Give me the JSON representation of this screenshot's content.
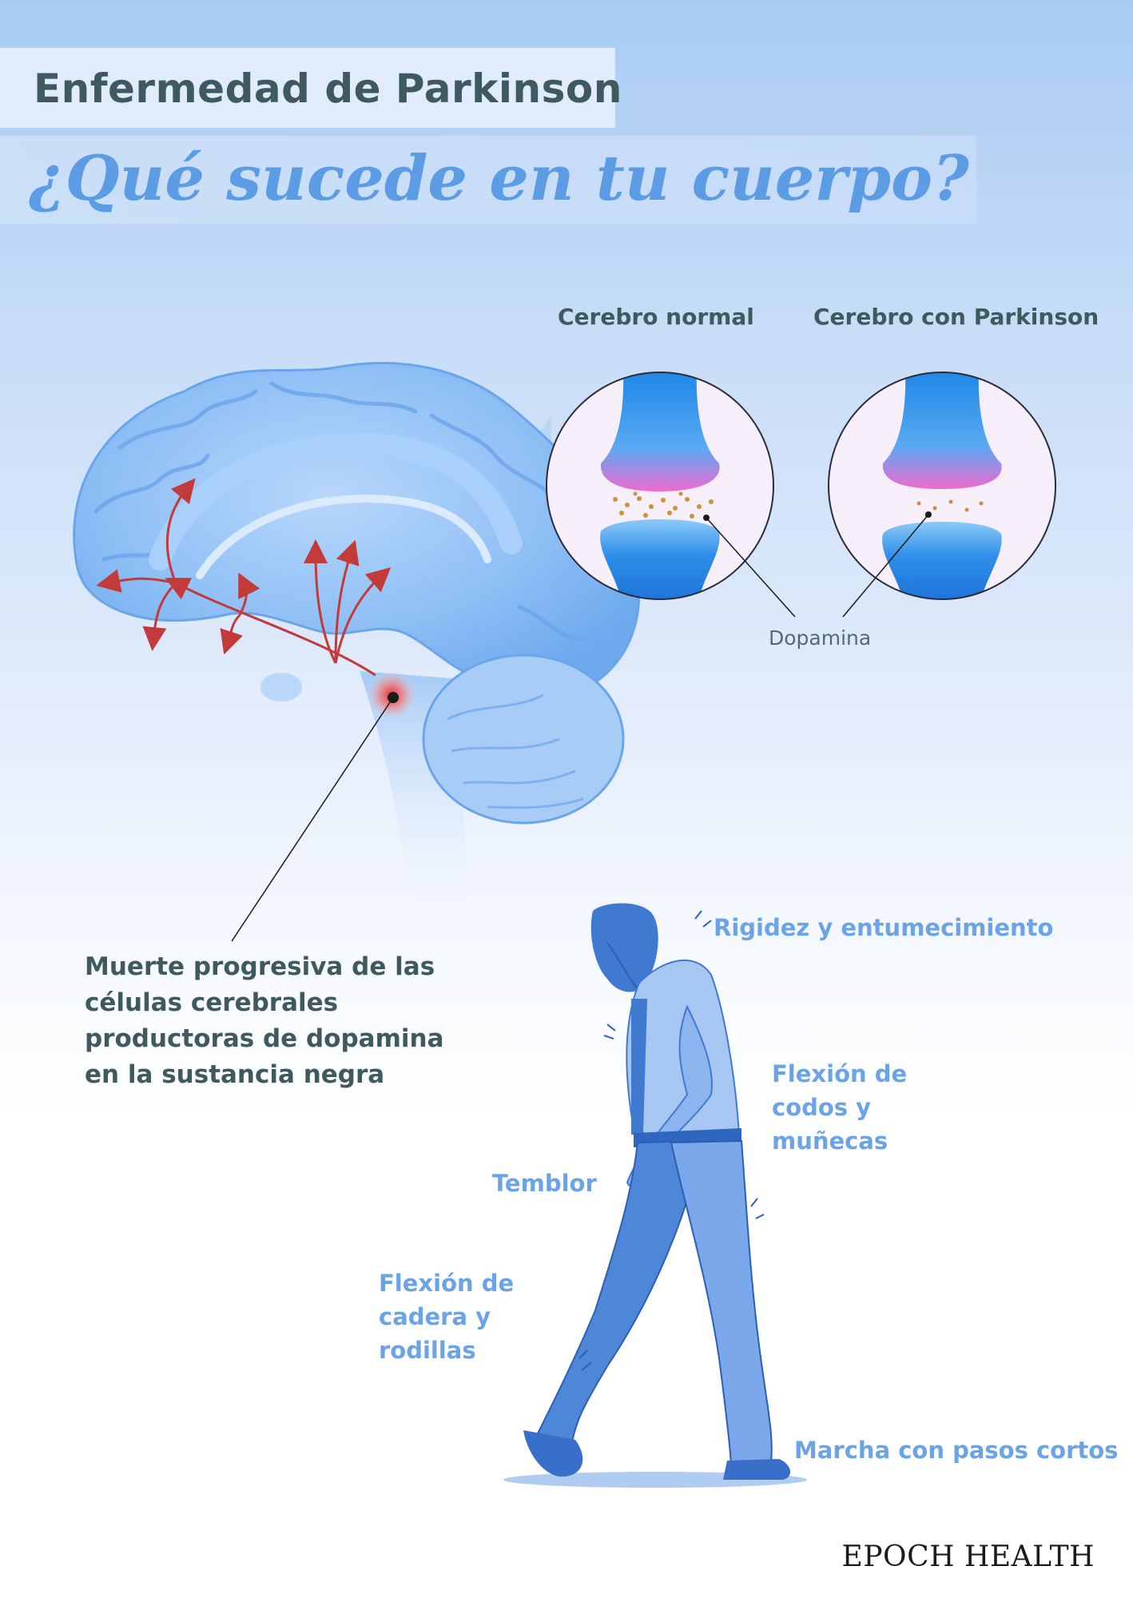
{
  "header": {
    "title": "Enfermedad de Parkinson",
    "subtitle": "¿Qué sucede en tu cuerpo?"
  },
  "comparison": {
    "normal_label": "Cerebro normal",
    "parkinson_label": "Cerebro con Parkinson",
    "dopamine_label": "Dopamina"
  },
  "brain_callout": {
    "text": "Muerte progresiva de las células cerebrales productoras de dopamina en la sustancia negra"
  },
  "symptoms": {
    "rigidity": "Rigidez y entumecimiento",
    "elbows": "Flexión de codos y muñecas",
    "tremor": "Temblor",
    "hips": "Flexión de cadera y rodillas",
    "gait": "Marcha con pasos cortos"
  },
  "footer": {
    "brand": "EPOCH HEALTH"
  },
  "colors": {
    "title_text": "#3f5a5e",
    "accent_blue": "#5b9ce4",
    "symptom_blue": "#6aa3e6",
    "alert_red": "#c23a3a"
  }
}
